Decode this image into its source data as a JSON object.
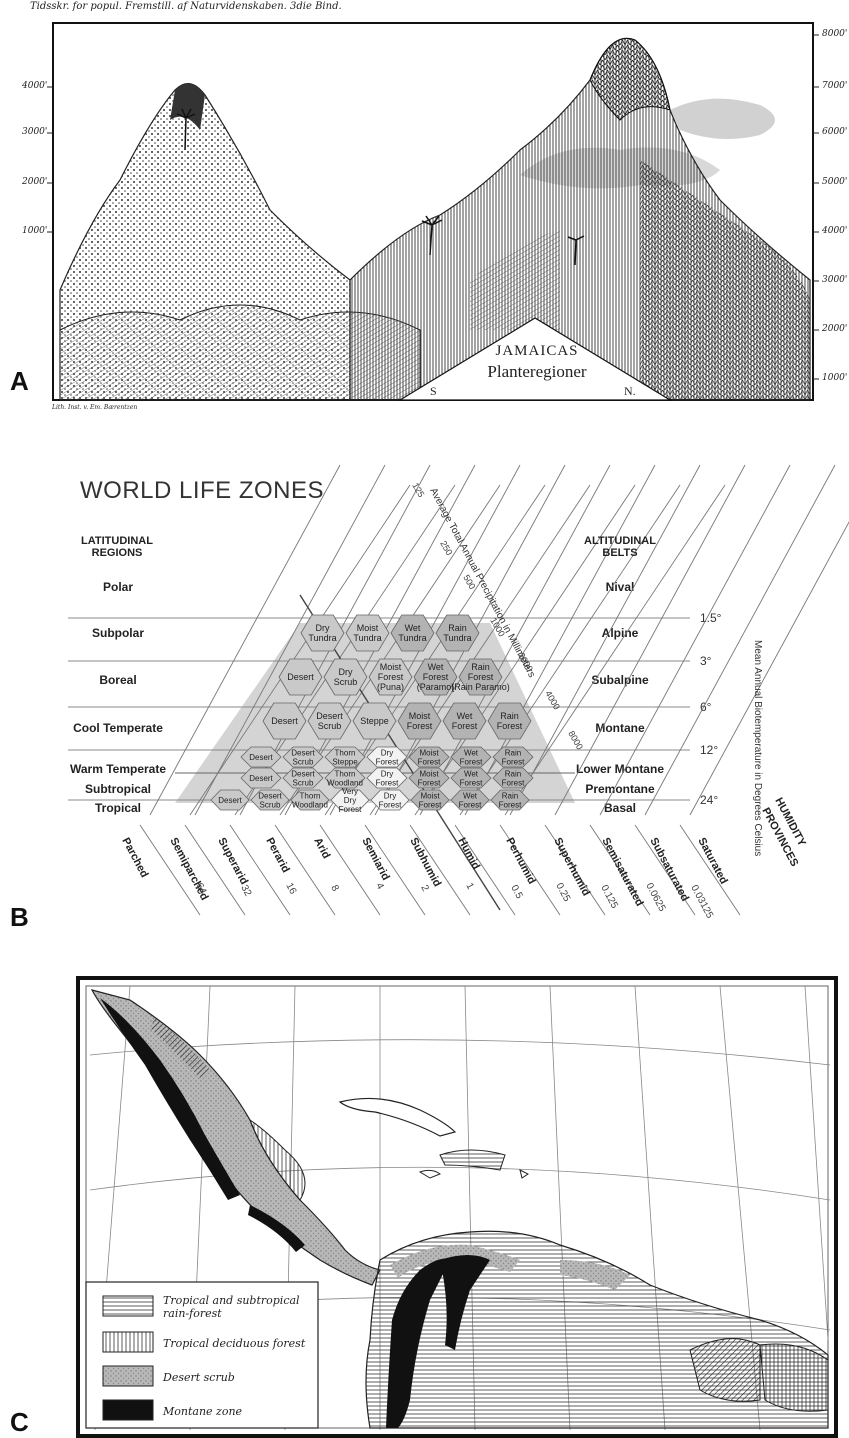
{
  "panels": {
    "a_letter": "A",
    "b_letter": "B",
    "c_letter": "C"
  },
  "panel_a": {
    "header": "Tidsskr. for popul. Fremstill. af Naturvidenskaben. 3die Bind.",
    "footer_credit": "Lith. Inst. v. Em. Bærentzen",
    "title_line1": "JAMAICAS",
    "title_line2": "Planteregioner",
    "left_dir": "S",
    "right_dir": "N.",
    "left_scale": [
      "4000'",
      "3000'",
      "2000'",
      "1000'"
    ],
    "right_scale": [
      "8000'",
      "7000'",
      "6000'",
      "5000'",
      "4000'",
      "3000'",
      "2000'",
      "1000'"
    ]
  },
  "panel_b": {
    "title": "WORLD LIFE ZONES",
    "lat_header": "LATITUDINAL\nREGIONS",
    "alt_header": "ALTITUDINAL\nBELTS",
    "lat_regions": [
      "Polar",
      "Subpolar",
      "Boreal",
      "Cool Temperate",
      "Warm Temperate",
      "Subtropical",
      "Tropical"
    ],
    "alt_belts": [
      "Nival",
      "Alpine",
      "Subalpine",
      "Montane",
      "Lower Montane",
      "Premontane",
      "Basal"
    ],
    "temps": [
      "1.5°",
      "3°",
      "6°",
      "12°",
      "24°"
    ],
    "precip_label": "Average Total Annual Precipitation in Millimeters",
    "precip_values": [
      "125",
      "250",
      "500",
      "1000",
      "2000",
      "4000",
      "8000"
    ],
    "biotemp_label": "Mean Annual Biotemperature in Degrees Celsius",
    "humidity_header": "HUMIDITY\nPROVINCES",
    "humidity": [
      "Parched",
      "Semiparched",
      "Superarid",
      "Perarid",
      "Arid",
      "Semiarid",
      "Subhumid",
      "Humid",
      "Perhumid",
      "Superhumid",
      "Semisaturated",
      "Subsaturated",
      "Saturated"
    ],
    "pet_ratios": [
      "64",
      "32",
      "16",
      "8",
      "4",
      "2",
      "1",
      "0.5",
      "0.25",
      "0.125",
      "0.0625",
      "0.03125"
    ],
    "rows": [
      [
        "Dry Tundra",
        "Moist Tundra",
        "Wet Tundra",
        "Rain Tundra"
      ],
      [
        "Desert",
        "Dry Scrub",
        "Moist Forest (Puna)",
        "Wet Forest (Paramo)",
        "Rain Forest (Rain Paramo)"
      ],
      [
        "Desert",
        "Desert Scrub",
        "Steppe",
        "Moist Forest",
        "Wet Forest",
        "Rain Forest"
      ],
      [
        "Desert",
        "Desert Scrub",
        "Thorn Steppe",
        "Dry Forest",
        "Moist Forest",
        "Wet Forest",
        "Rain Forest"
      ],
      [
        "Desert",
        "Desert Scrub",
        "Thorn Woodland",
        "Dry Forest",
        "Moist Forest",
        "Wet Forest",
        "Rain Forest"
      ],
      [
        "Desert",
        "Desert Scrub",
        "Thorn Woodland",
        "Very Dry Forest",
        "Dry Forest",
        "Moist Forest",
        "Wet Forest",
        "Rain Forest"
      ]
    ]
  },
  "panel_c": {
    "legend": [
      {
        "label": "Tropical and subtropical rain-forest",
        "pattern": "horizontal"
      },
      {
        "label": "Tropical deciduous forest",
        "pattern": "vertical"
      },
      {
        "label": "Desert scrub",
        "pattern": "stipple"
      },
      {
        "label": "Montane zone",
        "pattern": "black"
      }
    ]
  }
}
